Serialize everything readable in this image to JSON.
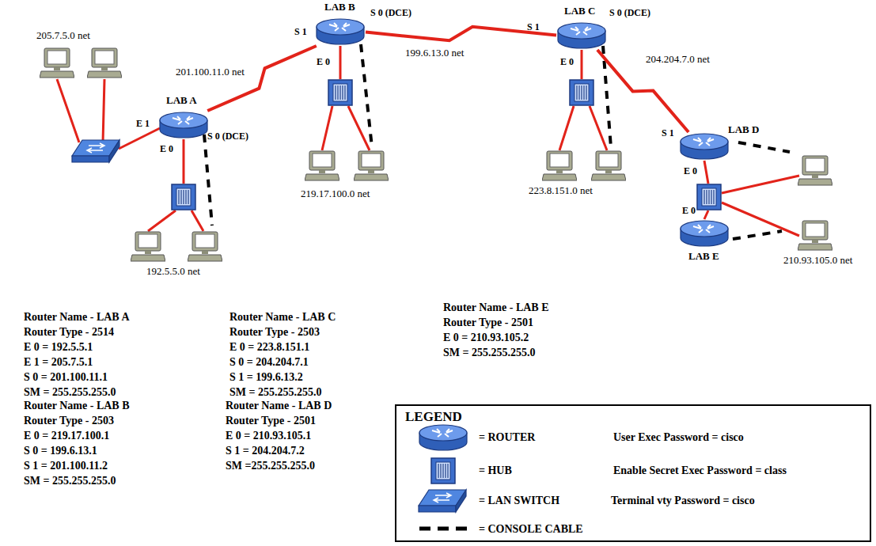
{
  "diagram": {
    "nodes": [
      {
        "text": [
          "LAB A"
        ]
      },
      {
        "text": [
          "LAB B"
        ]
      },
      {
        "text": [
          "LAB C"
        ]
      },
      {
        "text": [
          "LAB D"
        ]
      },
      {
        "text": [
          "LAB E"
        ]
      }
    ],
    "edges": [
      {
        "from": 0,
        "to": 1,
        "arrow": "none",
        "label": "201.100.11.0 net"
      },
      {
        "from": 1,
        "to": 2,
        "arrow": "none",
        "label": "199.6.13.0 net"
      },
      {
        "from": 2,
        "to": 3,
        "arrow": "none",
        "label": "204.204.7.0 net"
      }
    ],
    "labels": [
      "205.7.5.0 net",
      "S 1",
      "S 0 (DCE)",
      "S 1",
      "S 0 (DCE)",
      "E 1",
      "S 0 (DCE)",
      "E 0",
      "E 0",
      "E 0",
      "S 1",
      "E 0",
      "E 0",
      "219.17.100.0 net",
      "223.8.151.0 net",
      "210.93.105.0 net",
      "192.5.5.0 net",
      "Router Name - LAB A",
      "Router Type - 2514",
      "E 0 = 192.5.5.1",
      "E 1 = 205.7.5.1",
      "S 0 = 201.100.11.1",
      "SM = 255.255.255.0",
      "Router Name - LAB B",
      "Router Type - 2503",
      "E 0 = 219.17.100.1",
      "S 0 = 199.6.13.1",
      "S 1 = 201.100.11.2",
      "SM = 255.255.255.0",
      "Router Name - LAB C",
      "Router Type - 2503",
      "E 0 = 223.8.151.1",
      "S 0 = 204.204.7.1",
      "S 1 = 199.6.13.2",
      "SM = 255.255.255.0",
      "Router Name - LAB D",
      "Router Type - 2501",
      "E 0 = 210.93.105.1",
      "S 1 = 204.204.7.2",
      "SM =255.255.255.0",
      "Router Name - LAB E",
      "Router Type - 2501",
      "E 0 = 210.93.105.2",
      "SM = 255.255.255.0",
      "LEGEND",
      "User Exec Password = cisco",
      "Enable Secret Exec Password = class",
      "Terminal vty Password = cisco"
    ],
    "legend": [
      {
        "text": "= ROUTER"
      },
      {
        "text": "= HUB"
      },
      {
        "text": "= LAN SWITCH"
      },
      {
        "text": "= CONSOLE CABLE"
      }
    ]
  }
}
